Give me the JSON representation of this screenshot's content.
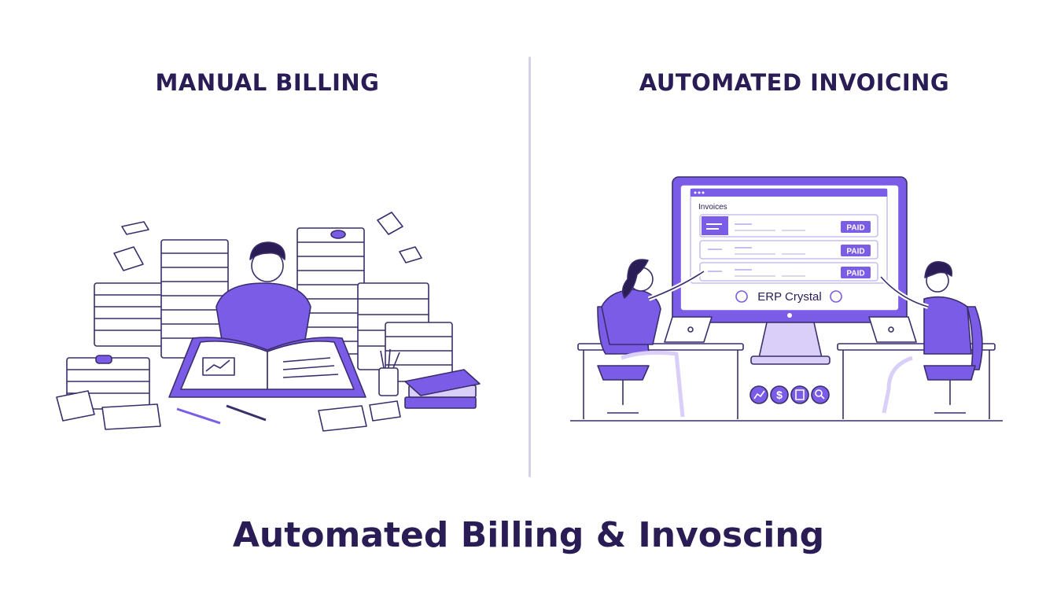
{
  "left_panel": {
    "title": "MANUAL BILLING"
  },
  "right_panel": {
    "title": "AUTOMATED INVOICING",
    "screen": {
      "header": "Invoices",
      "rows": [
        {
          "status": "PAID"
        },
        {
          "status": "PAID"
        },
        {
          "status": "PAID"
        }
      ],
      "brand": "ERP Crystal"
    },
    "feature_icons": [
      "chart-icon",
      "dollar-icon",
      "document-icon",
      "search-icon"
    ]
  },
  "footer": {
    "title": "Automated Billing & Invoscing"
  },
  "colors": {
    "accent": "#7b5ce6",
    "accent_light": "#d9cff8",
    "ink": "#2a1d55",
    "line": "#3a2d6b"
  }
}
